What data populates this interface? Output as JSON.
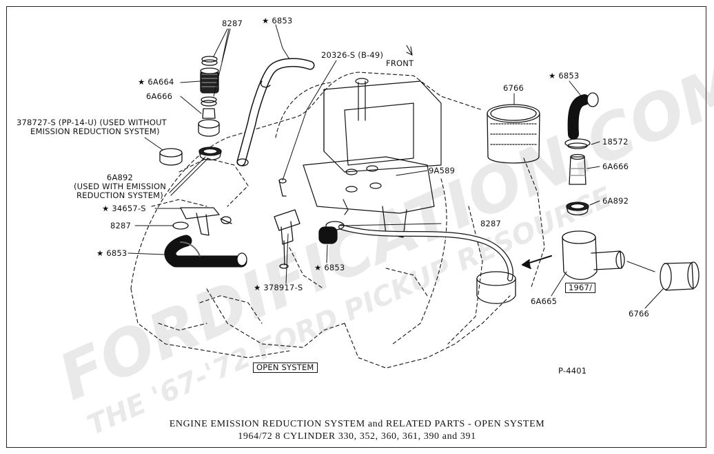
{
  "diagram": {
    "labels": {
      "l8287_top": "8287",
      "l6853_top": "★ 6853",
      "l20326": "20326-S (B-49)",
      "front": "FRONT",
      "l6A664": "★ 6A664",
      "l6A666_left": "6A666",
      "l378727_a": "378727-S (PP-14-U) (USED WITHOUT",
      "l378727_b": "EMISSION REDUCTION SYSTEM)",
      "l6A892_left_a": "6A892",
      "l6A892_left_b": "(USED WITH EMISSION",
      "l6A892_left_c": "REDUCTION SYSTEM)",
      "l34657": "★ 34657-S",
      "l8287_left": "8287",
      "l6853_left": "★ 6853",
      "l378917": "★ 378917-S",
      "l6853_mid": "★ 6853",
      "l8287_right": "8287",
      "l9A589": "9A589",
      "l6766_top": "6766",
      "l6853_right": "★ 6853",
      "l18572": "18572",
      "l6A666_right": "6A666",
      "l6A892_right": "6A892",
      "l1967": "1967/",
      "l6A665": "6A665",
      "l6766_right": "6766",
      "open_system": "OPEN SYSTEM",
      "p4401": "P-4401"
    },
    "caption_line1": "ENGINE EMISSION REDUCTION SYSTEM and RELATED PARTS - OPEN SYSTEM",
    "caption_line2": "1964/72  8 CYLINDER 330, 352, 360, 361, 390 and 391",
    "watermark_main": "FORDIFICATION.COM",
    "watermark_sub": "THE '67-'72 FORD PICKUP RESOURCE"
  }
}
